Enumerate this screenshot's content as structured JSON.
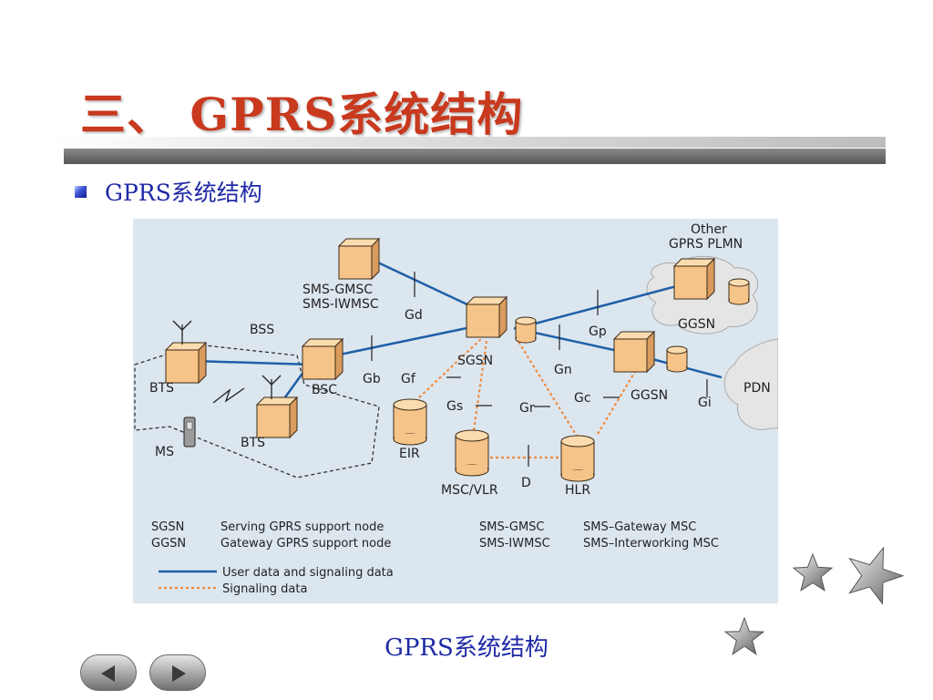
{
  "slide": {
    "title": "三、 GPRS系统结构",
    "bullet": "GPRS系统结构",
    "caption": "GPRS系统结构"
  },
  "diagram": {
    "nodes": {
      "sms_gmsc": "SMS-GMSC",
      "sms_iwmsc": "SMS-IWMSC",
      "sgsn": "SGSN",
      "ggsn": "GGSN",
      "other_ggsn": "GGSN",
      "other_plmn_line1": "Other",
      "other_plmn_line2": "GPRS PLMN",
      "pdn": "PDN",
      "bss": "BSS",
      "bts1": "BTS",
      "bts2": "BTS",
      "bsc": "BSC",
      "ms": "MS",
      "eir": "EIR",
      "msc_vlr": "MSC/VLR",
      "hlr": "HLR"
    },
    "interfaces": {
      "gd": "Gd",
      "gb": "Gb",
      "gf": "Gf",
      "gs": "Gs",
      "gr": "Gr",
      "gc": "Gc",
      "gn": "Gn",
      "gp": "Gp",
      "gi": "Gi",
      "d": "D"
    },
    "legend": {
      "abbr1": "SGSN",
      "def1": "Serving GPRS support node",
      "abbr2": "GGSN",
      "def2": "Gateway GPRS support node",
      "abbr3": "SMS-GMSC",
      "def3": "SMS–Gateway MSC",
      "abbr4": "SMS-IWMSC",
      "def4": "SMS–Interworking MSC",
      "line_user": "User data and signaling data",
      "line_signal": "Signaling data"
    },
    "colors": {
      "background": "#dce6ef",
      "node_fill": "#f6c488",
      "user_line": "#1f5fa8",
      "signal_line": "#f08a3c",
      "cloud": "#e5e5e5"
    }
  }
}
